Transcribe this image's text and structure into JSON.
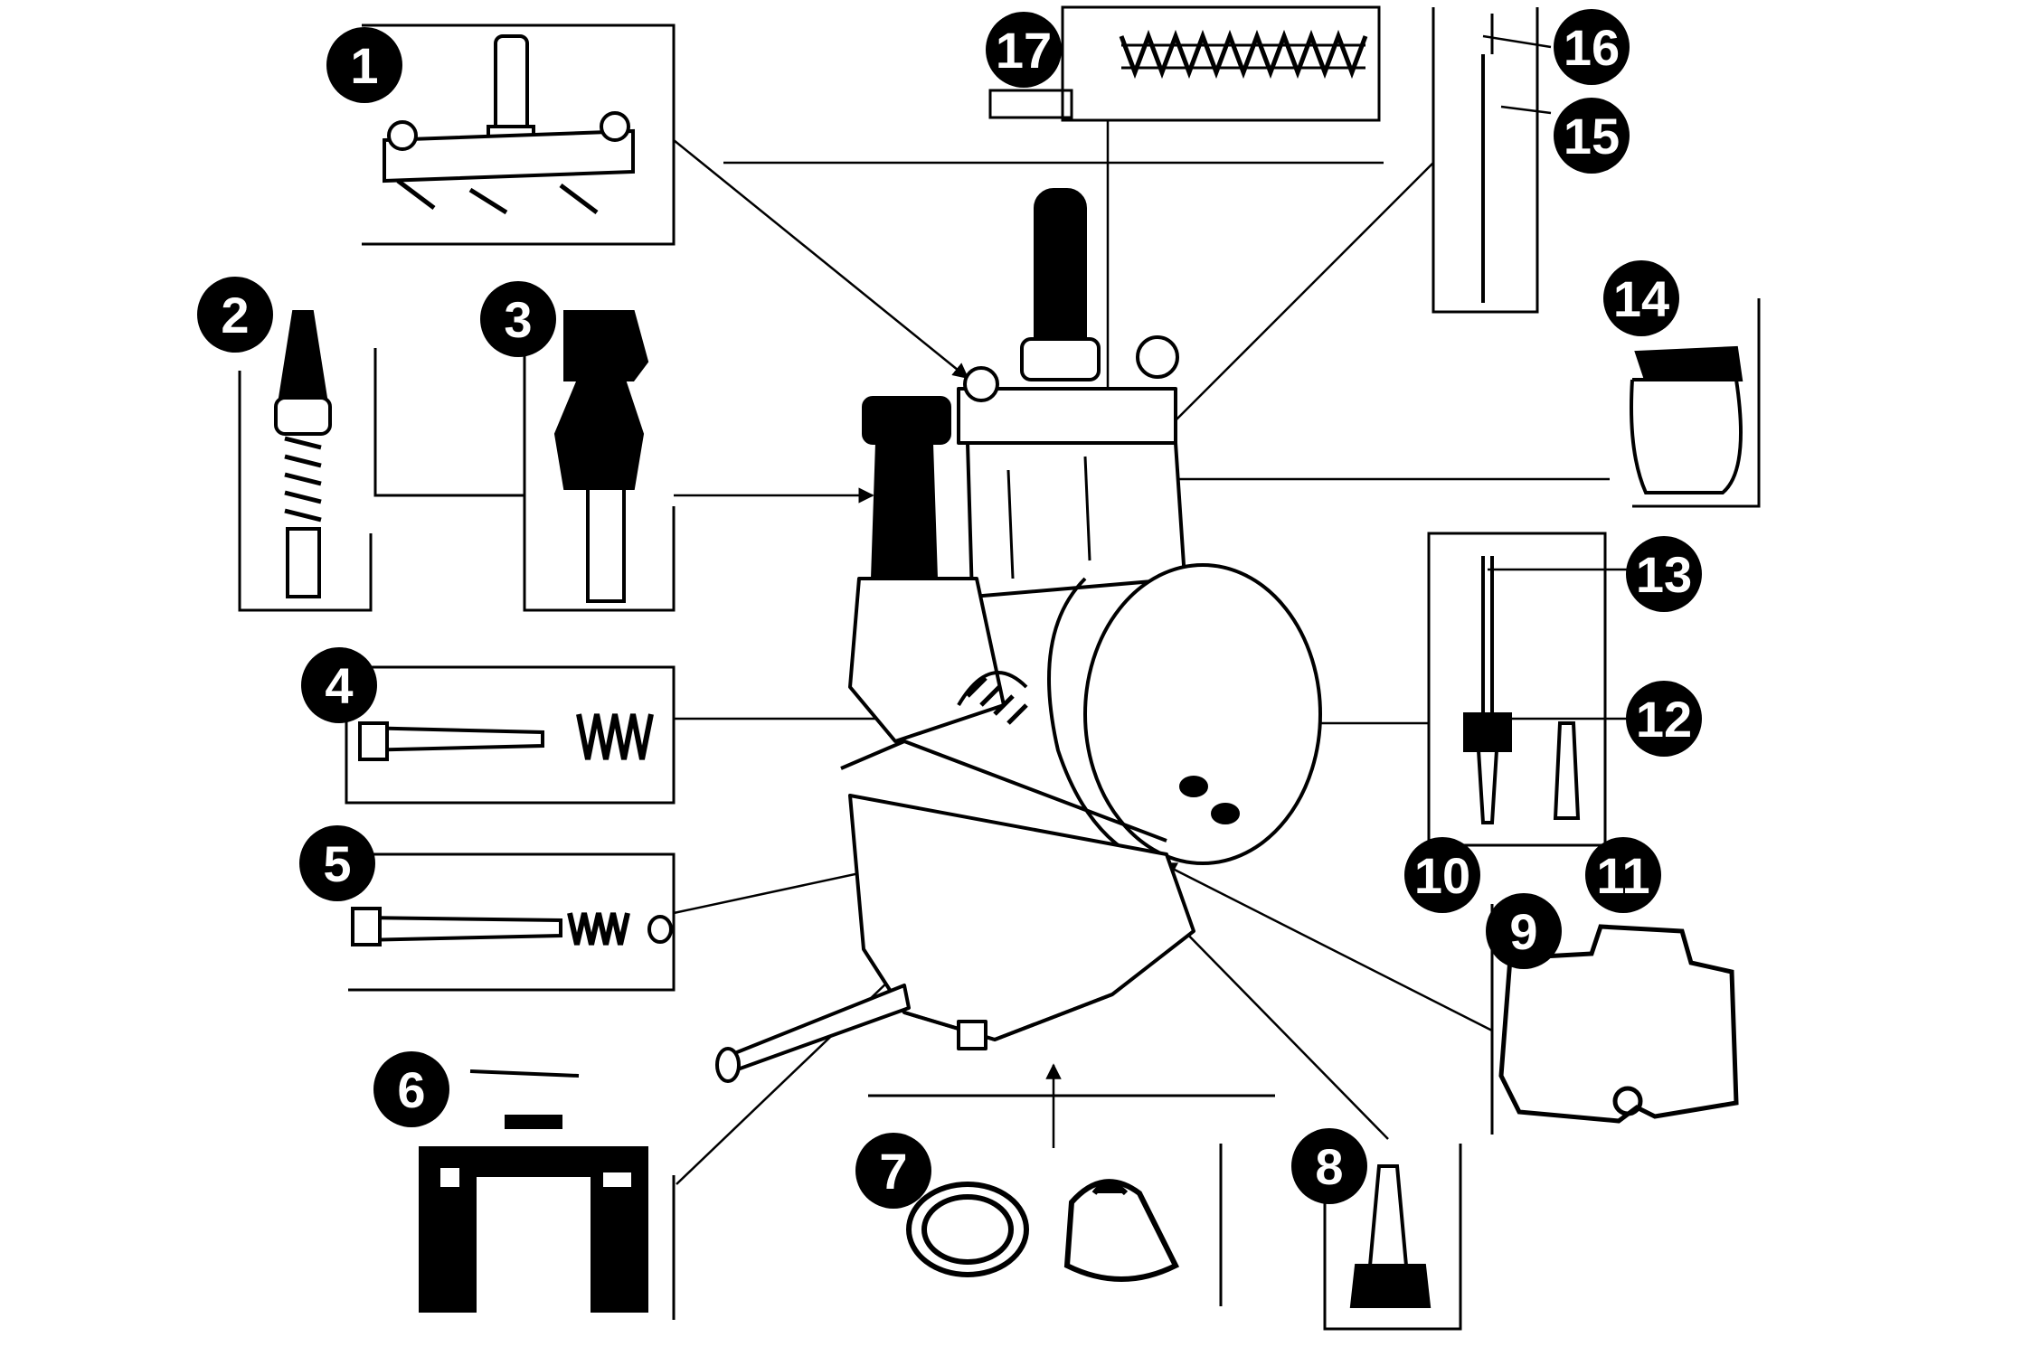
{
  "diagram": {
    "callouts": [
      {
        "id": 1,
        "label": "1"
      },
      {
        "id": 2,
        "label": "2"
      },
      {
        "id": 3,
        "label": "3"
      },
      {
        "id": 4,
        "label": "4"
      },
      {
        "id": 5,
        "label": "5"
      },
      {
        "id": 6,
        "label": "6"
      },
      {
        "id": 7,
        "label": "7"
      },
      {
        "id": 8,
        "label": "8"
      },
      {
        "id": 9,
        "label": "9"
      },
      {
        "id": 10,
        "label": "10"
      },
      {
        "id": 11,
        "label": "11"
      },
      {
        "id": 12,
        "label": "12"
      },
      {
        "id": 13,
        "label": "13"
      },
      {
        "id": 14,
        "label": "14"
      },
      {
        "id": 15,
        "label": "15"
      },
      {
        "id": 16,
        "label": "16"
      },
      {
        "id": 17,
        "label": "17"
      }
    ],
    "colors": {
      "ink": "#000000",
      "paper": "#ffffff"
    }
  }
}
